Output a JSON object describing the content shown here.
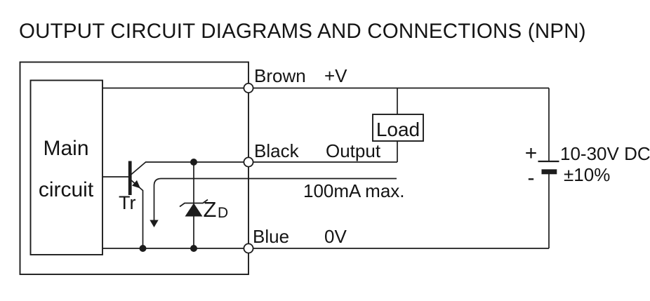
{
  "title": "OUTPUT CIRCUIT DIAGRAMS AND CONNECTIONS (NPN)",
  "colors": {
    "line": "#1c1c1c",
    "text": "#141414",
    "background": "#ffffff"
  },
  "sensor": {
    "main_circuit": {
      "line1": "Main",
      "line2": "circuit"
    },
    "transistor_label": "Tr",
    "zener_label": {
      "main": "Z",
      "sub": "D"
    }
  },
  "terminals": [
    {
      "wire": "Brown",
      "signal": "+V"
    },
    {
      "wire": "Black",
      "signal": "Output"
    },
    {
      "wire": "Blue",
      "signal": "0V"
    }
  ],
  "load_label": "Load",
  "current_note": "100mA max.",
  "power_supply": {
    "plus": "+",
    "minus": "-",
    "voltage": "10-30V DC",
    "tolerance": "±10%"
  }
}
